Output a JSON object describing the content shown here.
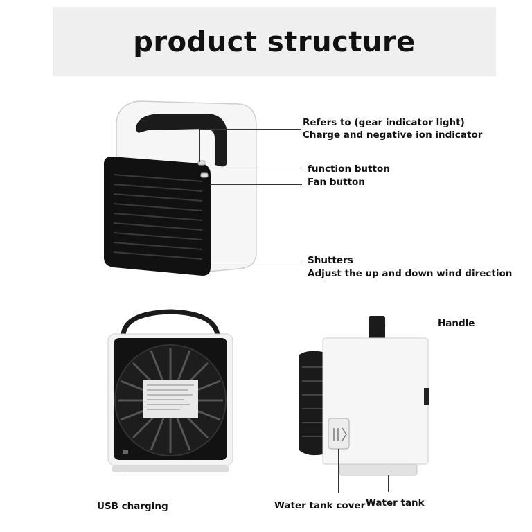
{
  "title": "product structure",
  "callouts": {
    "indicator_line1": "Refers to (gear indicator light)",
    "indicator_line2": "Charge and negative ion indicator",
    "function_button": "function button",
    "fan_button": "Fan button",
    "shutters_line1": "Shutters",
    "shutters_line2": "Adjust the up and down wind direction",
    "handle": "Handle",
    "usb_charging": "USB charging",
    "water_tank_cover": "Water tank cover",
    "water_tank": "Water tank"
  },
  "colors": {
    "device_body": "#f4f4f4",
    "device_dark": "#1a1a1a",
    "title_band": "#efefef"
  }
}
